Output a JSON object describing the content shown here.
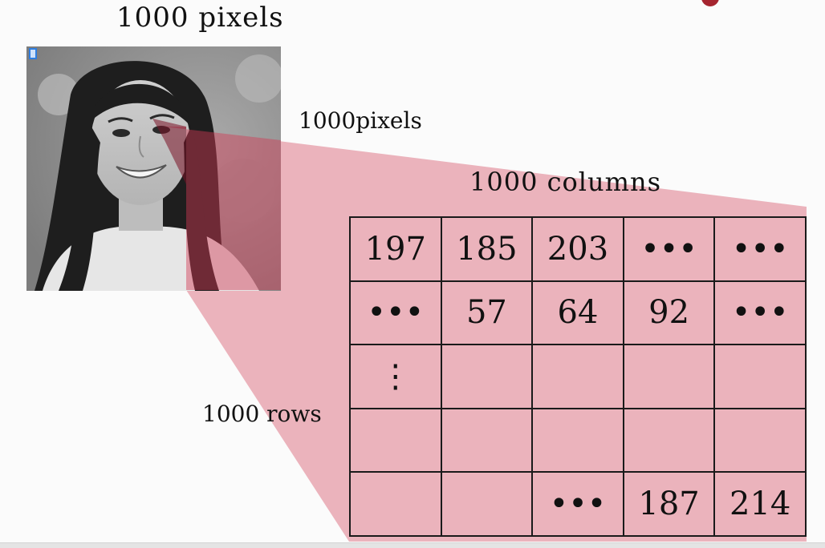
{
  "labels": {
    "top_width": "1000 pixels",
    "side_height": "1000pixels",
    "columns": "1000 columns",
    "rows": "1000 rows"
  },
  "photo": {
    "description_icon": "grayscale-portrait-photo"
  },
  "grid": {
    "rows": [
      [
        "197",
        "185",
        "203",
        "•••",
        "•••"
      ],
      [
        "•••",
        "57",
        "64",
        "92",
        "•••"
      ],
      [
        "⋮",
        "",
        "",
        "",
        ""
      ],
      [
        "",
        "",
        "",
        "",
        ""
      ],
      [
        "",
        "",
        "•••",
        "187",
        "214"
      ]
    ]
  },
  "colors": {
    "highlight": "#e8a6b0",
    "highlight_dark": "#7a1326",
    "accent": "#a5252f",
    "ink": "#111111"
  }
}
